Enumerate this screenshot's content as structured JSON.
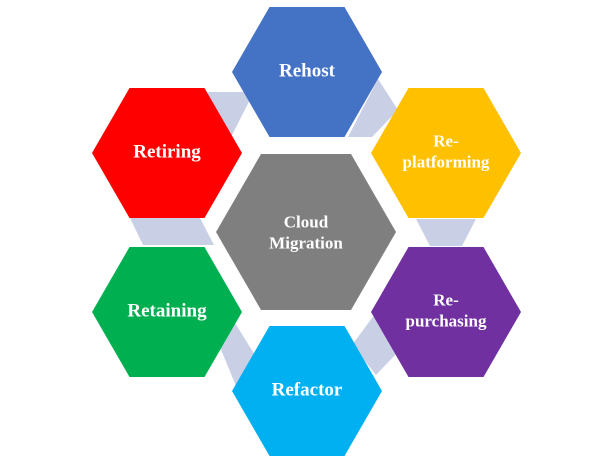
{
  "center": {
    "lines": [
      "Cloud",
      "Migration"
    ],
    "color": "#7f7f7f"
  },
  "nodes": [
    {
      "id": "rehost",
      "lines": [
        "Rehost"
      ],
      "color": "#4472c4"
    },
    {
      "id": "replatforming",
      "lines": [
        "Re-",
        "platforming"
      ],
      "color": "#ffc000"
    },
    {
      "id": "repurchasing",
      "lines": [
        "Re-",
        "purchasing"
      ],
      "color": "#7030a0"
    },
    {
      "id": "refactor",
      "lines": [
        "Refactor"
      ],
      "color": "#00b0f0"
    },
    {
      "id": "retaining",
      "lines": [
        "Retaining"
      ],
      "color": "#00b050"
    },
    {
      "id": "retiring",
      "lines": [
        "Retiring"
      ],
      "color": "#ff0000"
    }
  ],
  "connector_color": "#c9d0e6"
}
